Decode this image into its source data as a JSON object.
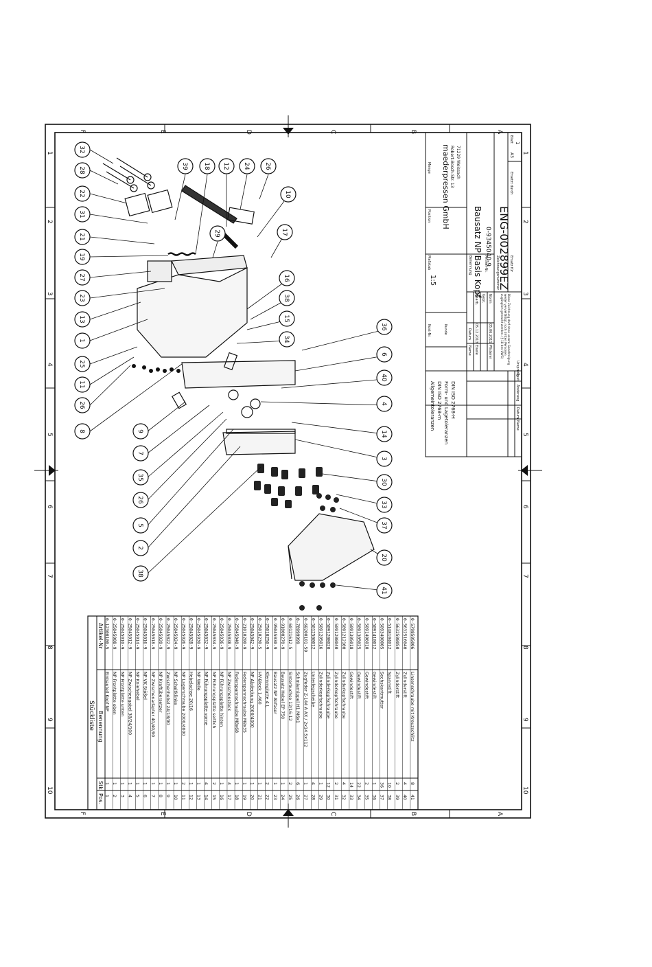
{
  "title_block": {
    "company": "maederpressen GmbH",
    "address_line1": "Robert-Bosch-Str. 13",
    "address_line2": "71229 Weissach",
    "label_massstab": "Maßstab",
    "scale": "1:5",
    "label_benennung": "Benennung",
    "drawing_title": "Bausatz NP Basis Kopf",
    "label_artikelnr": "Artikel-Nr.",
    "article_number": "0-9345040-9",
    "label_zeichnungsnr": "Zeichnungsnummer",
    "drawing_number": "ENG-002899EZ",
    "label_blatt": "Blatt",
    "sheet": "1",
    "format": "A3",
    "label_ersatz_fuer": "Ersatz für",
    "label_ersetzt_durch": "Ersetzt durch",
    "tolerances_title": "Allgemeintoleranzen",
    "tolerances_line1": "DIN ISO 2768-m",
    "tolerances_line2": "Form- und Lagetoleranzen",
    "tolerances_line3": "DIN ISO 2768-H",
    "label_datum": "Datum",
    "label_name": "Name",
    "label_bearb": "Bearb.",
    "label_gepr": "Gepr.",
    "label_norm": "Norm",
    "bearb_date": "05.12.2013",
    "bearb_name": "Eisele",
    "norm_date": "05.06.2011",
    "norm_name": "Pfisterer",
    "copyright_note": "Diese Zeichnung darf ohne unsere Genehmigung weder vervielfältigt, noch dritten Personen zugänglich gemacht werden. (§ 18 des UWG)",
    "label_zust": "Zust.",
    "label_aenderung": "Änderung",
    "label_ursprung": "Ursprung",
    "label_menge": "Menge",
    "label_position": "Position",
    "label_kostnr": "Kost-Nr.",
    "label_kunde": "Kunde"
  },
  "frame": {
    "letters": [
      "A",
      "B",
      "C",
      "D",
      "E",
      "F"
    ],
    "numbers": [
      "1",
      "2",
      "3",
      "4",
      "5",
      "6",
      "7",
      "8",
      "9",
      "10"
    ]
  },
  "parts_list": {
    "title": "Stückliste",
    "headers": [
      "Pos.",
      "Stk",
      "Benennung",
      "Artikel-Nr"
    ],
    "rows": [
      [
        "1",
        "1",
        "Einbauteil Kopf NP",
        "0-12300100-5"
      ],
      [
        "2",
        "1",
        "NP Frontplatte oben",
        "0-25045008-9"
      ],
      [
        "3",
        "1",
        "NP Frontplatte unten",
        "0-25045010-9"
      ],
      [
        "4",
        "1",
        "NP Zwischengabel 38/24/100",
        "0-25045012-9"
      ],
      [
        "5",
        "1",
        "NP Kniehebel",
        "0-25045014-9"
      ],
      [
        "6",
        "1",
        "NP VK Stößel",
        "0-25045016-9"
      ],
      [
        "7",
        "1",
        "NP Zwischenadapter 40/40/90",
        "0-25045018-9"
      ],
      [
        "8",
        "1",
        "NP Kraftübersetzer",
        "0-25045020-9"
      ],
      [
        "9",
        "1",
        "Zwischenhebel 24/18/90",
        "0-25045022-9"
      ],
      [
        "10",
        "1",
        "NP Schaltklinke",
        "0-25045024-9"
      ],
      [
        "11",
        "2",
        "NP Lagerschraube 2000/4000",
        "0-25045026-9"
      ],
      [
        "12",
        "1",
        "Hebelachse 20/16",
        "0-25045028-9"
      ],
      [
        "13",
        "1",
        "NP Welle",
        "0-25045030-9"
      ],
      [
        "14",
        "4",
        "NP Führungsplatte vorne",
        "0-25045032-9"
      ],
      [
        "15",
        "2",
        "NP Führungsplatte seitlich",
        "0-25045034-9"
      ],
      [
        "16",
        "1",
        "NP Führungsplatte hinten",
        "0-25045036-9"
      ],
      [
        "17",
        "4",
        "NP Zwischenstück",
        "0-25045038-9"
      ],
      [
        "18",
        "1",
        "Federspannschraube M8x68",
        "0-25045040-9"
      ],
      [
        "19",
        "1",
        "Federspannschraube M8x35",
        "0-21010200-9"
      ],
      [
        "20",
        "1",
        "NP Abdeckung 2000/4000",
        "0-25045042-9"
      ],
      [
        "21",
        "1",
        "HV-Block 1.460",
        "0-25010230-5"
      ],
      [
        "22",
        "2",
        "Klemmplatte 4 L",
        "0-25010250-9"
      ],
      [
        "23",
        "1",
        "Bausatz NP Abfaser",
        "0-95045030-9"
      ],
      [
        "24",
        "1",
        "Bausatz Hebel EP 750",
        "0-91000270-9"
      ],
      [
        "25",
        "2",
        "Sinterbuchse 12/16-12",
        "0-60121612-5"
      ],
      [
        "26",
        "6",
        "Schmiernippel H1 M6x1",
        "0-78999999"
      ],
      [
        "27",
        "1",
        "Zugfeder Z-144 A AX / 2x14.5x112",
        "0-68200101-50"
      ],
      [
        "28",
        "4",
        "Unterlegscheibe",
        "0-5012500012"
      ],
      [
        "29",
        "1",
        "Zylinderkopfschraube",
        "0-5091205016"
      ],
      [
        "30",
        "12",
        "Zylinderkopfschraube",
        "0-5091208020"
      ],
      [
        "31",
        "2",
        "Zylinderkopfschraube",
        "0-5091208040"
      ],
      [
        "32",
        "4",
        "Zylinderkopfschraube",
        "0-5091212100"
      ],
      [
        "33",
        "14",
        "Gewindestift",
        "0-5091305018"
      ],
      [
        "34",
        "22",
        "Gewindestift",
        "0-5091305025"
      ],
      [
        "35",
        "2",
        "Gewindestift",
        "0-5091406010"
      ],
      [
        "36",
        "1",
        "Gewindestift",
        "0-5091410012"
      ],
      [
        "37",
        "36",
        "Sechskantmutter",
        "0-5093400005"
      ],
      [
        "38",
        "10",
        "Spannstift",
        "0-5148104012"
      ],
      [
        "39",
        "2",
        "Zylinderstift",
        "0-5632508050"
      ],
      [
        "40",
        "4",
        "Zylinderstift",
        "0-5632516040"
      ],
      [
        "41",
        "8",
        "Linsenschraube mit Kreuzschlitz",
        "0-5798505006"
      ]
    ]
  },
  "balloons": {
    "top_row": [
      "32",
      "28",
      "22",
      "31",
      "21",
      "19",
      "27",
      "23",
      "13",
      "1",
      "25",
      "11",
      "26",
      "8"
    ],
    "lower_row": [
      "9",
      "7",
      "35",
      "26",
      "5",
      "2",
      "38"
    ],
    "upper_right": [
      "39",
      "18",
      "12",
      "24",
      "26",
      "10",
      "29",
      "17",
      "16",
      "38",
      "15",
      "34",
      "36",
      "6",
      "40",
      "4"
    ],
    "right_col": [
      "14",
      "3",
      "30",
      "33",
      "37",
      "20",
      "41"
    ]
  }
}
